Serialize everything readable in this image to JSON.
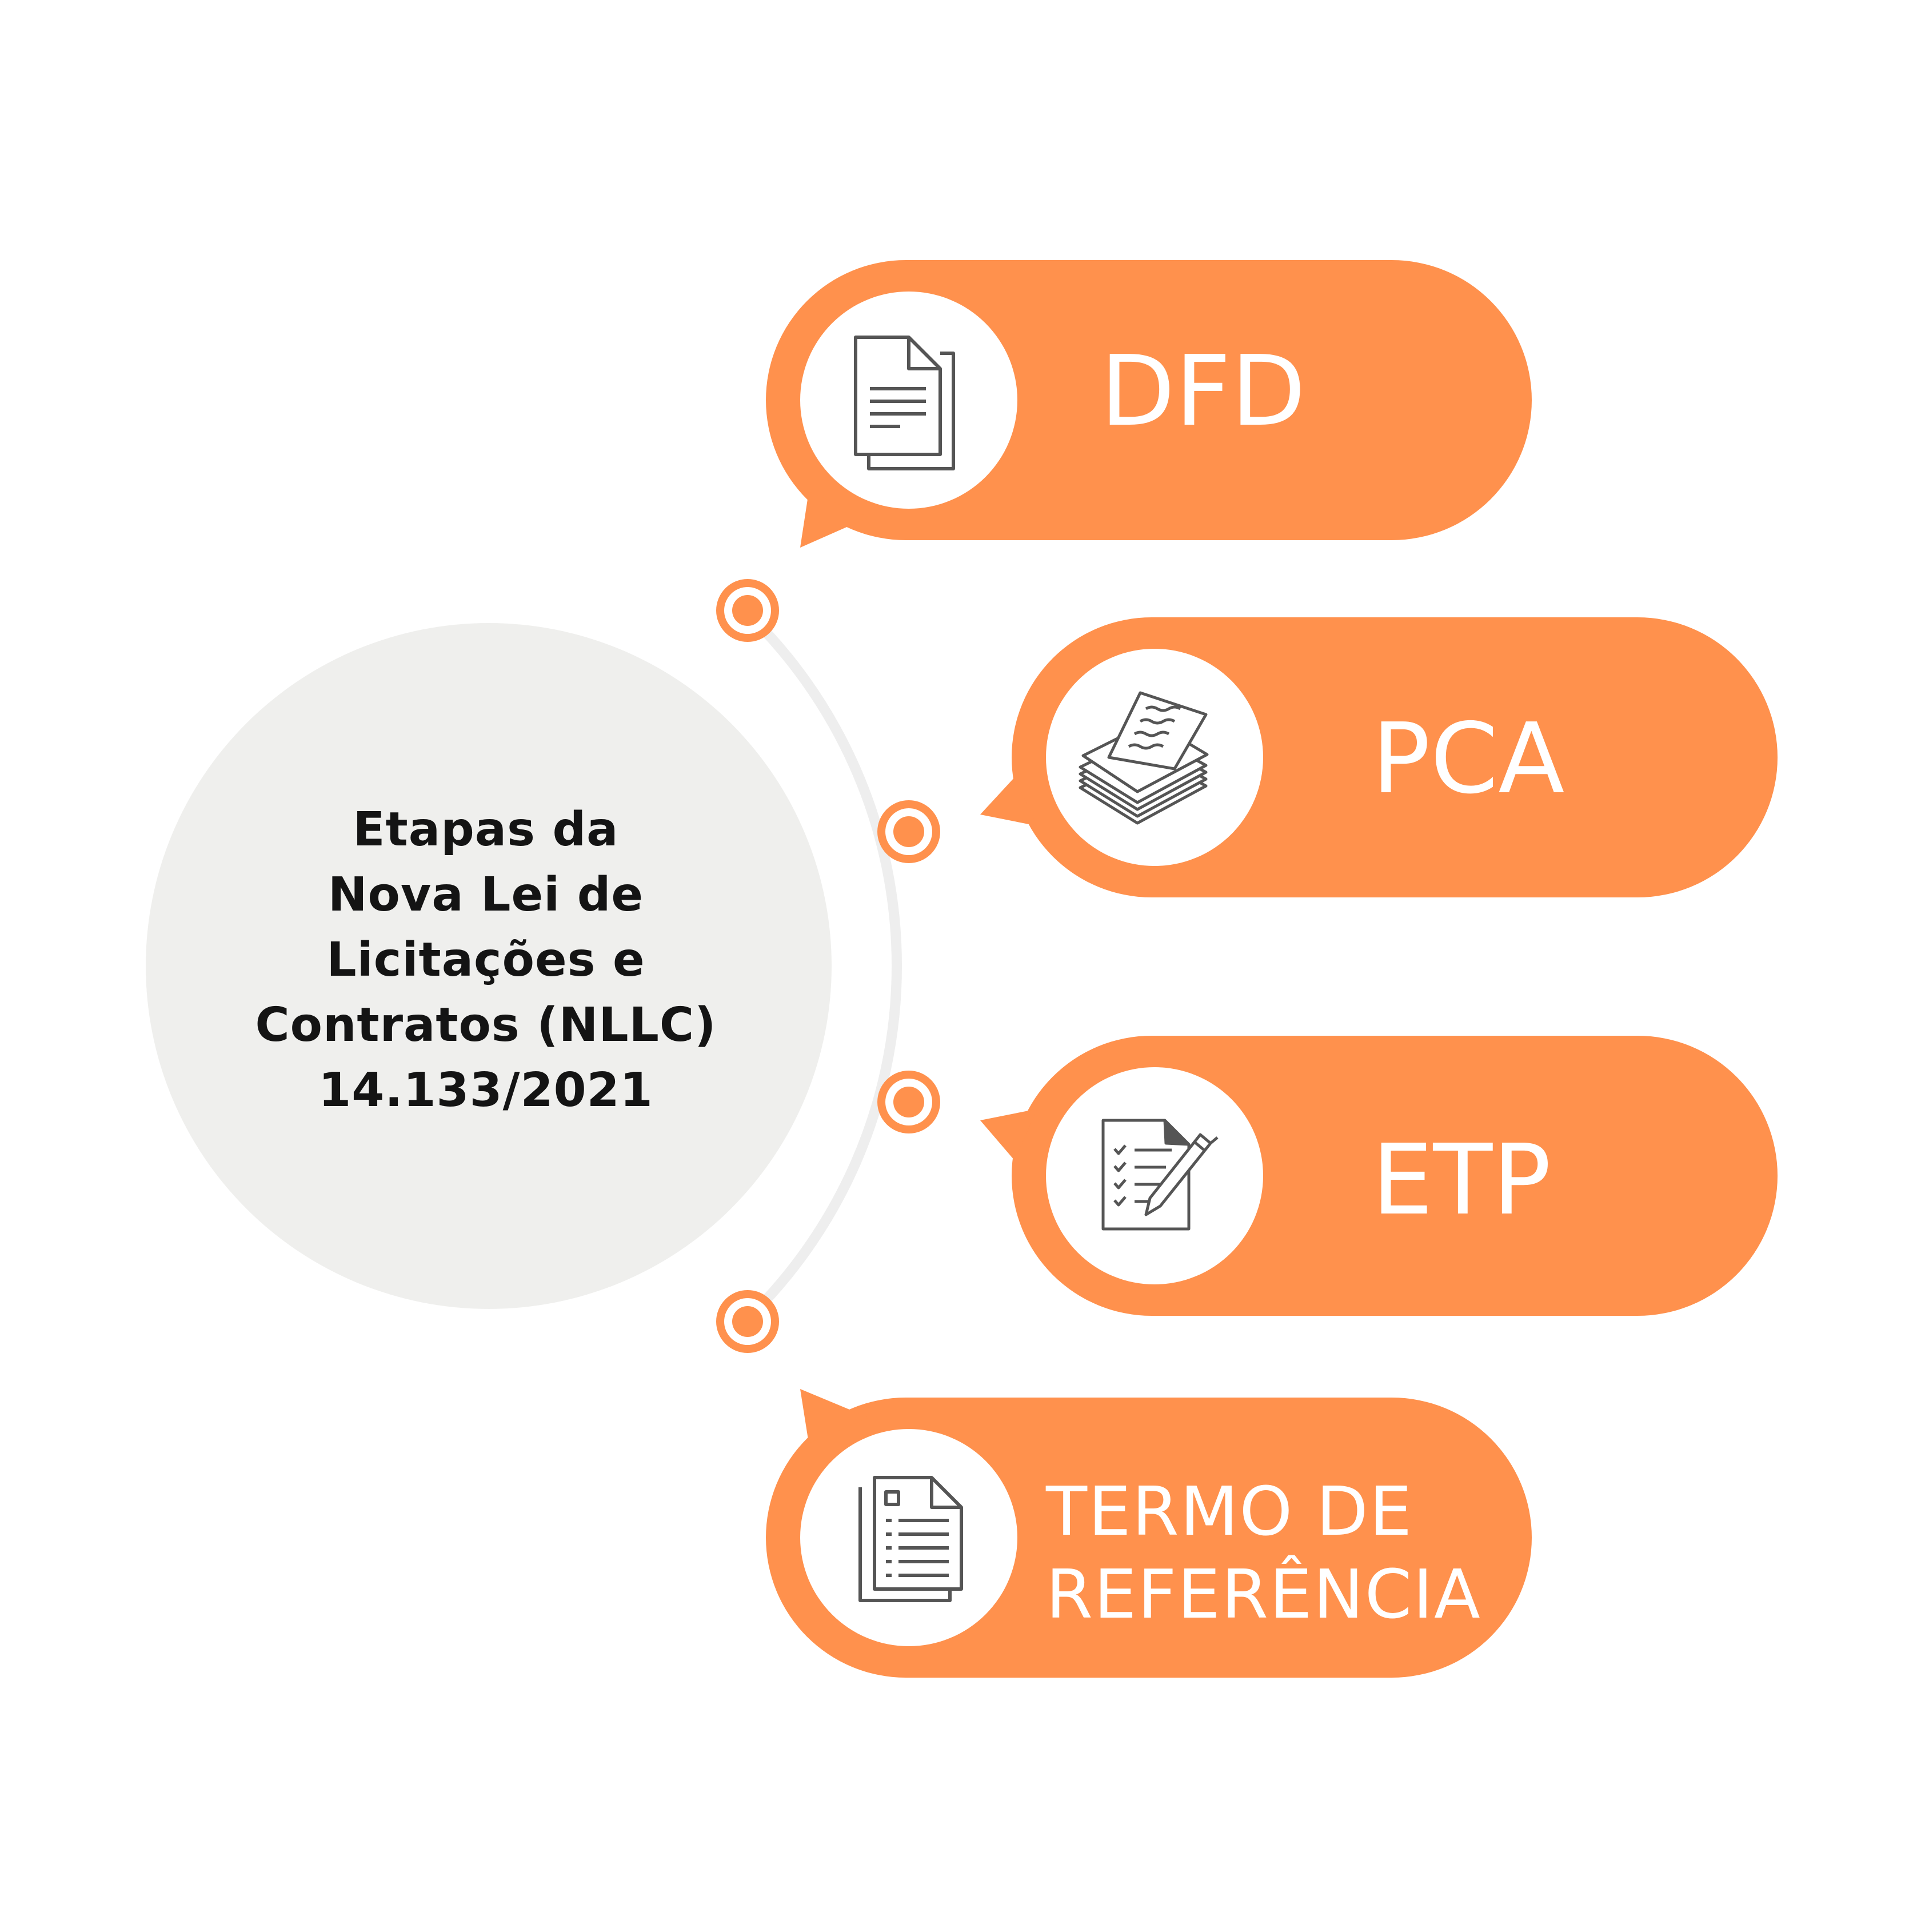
{
  "colors": {
    "accent": "#FF914D",
    "center_fill": "#EFEFED",
    "connector": "#EEEEEE",
    "icon_stroke": "#555555",
    "label_text": "#FFFFFF",
    "center_text": "#141414"
  },
  "center": {
    "lines": [
      "Etapas da",
      "Nova Lei de",
      "Licitações e",
      "Contratos (NLLC)",
      "14.133/2021"
    ]
  },
  "stages": [
    {
      "label": "DFD",
      "icon": "documents-copy-icon"
    },
    {
      "label": "PCA",
      "icon": "paper-stack-icon"
    },
    {
      "label": "ETP",
      "icon": "checklist-pen-icon"
    },
    {
      "label_lines": [
        "TERMO DE",
        "REFERÊNCIA"
      ],
      "icon": "form-documents-icon"
    }
  ]
}
